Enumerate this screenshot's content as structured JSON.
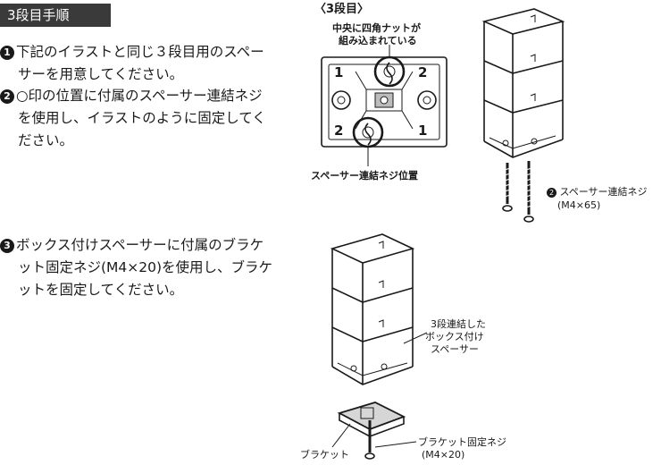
{
  "header": {
    "title": "3段目手順"
  },
  "steps": [
    {
      "number": "1",
      "lines": [
        "下記のイラストと同じ３段目用のスペー",
        "サーを用意してください。"
      ]
    },
    {
      "number": "2",
      "lines": [
        "○印の位置に付属のスペーサー連結ネジ",
        "を使用し、イラストのように固定してく",
        "ださい。"
      ]
    },
    {
      "number": "3",
      "lines": [
        "ボックス付けスペーサーに付属のブラケ",
        "ット固定ネジ(M4×20)を使用し、ブラケ",
        "ットを固定してください。"
      ]
    }
  ],
  "diagram_top": {
    "heading": "〈3段目〉",
    "note_line1": "中央に四角ナットが",
    "note_line2": "組み込まれている",
    "screw_position_label": "スペーサー連結ネジ位置",
    "digit_2": "2",
    "digit_1": "1"
  },
  "diagram_right": {
    "screw_label_num": "2",
    "screw_label": "スペーサー連結ネジ",
    "screw_spec": "(M4×65)"
  },
  "diagram_bottom": {
    "box_label_line1": "3段連結した",
    "box_label_line2": "ボックス付け",
    "box_label_line3": "スペーサー",
    "bracket_label": "ブラケット",
    "bracket_screw_label": "ブラケット固定ネジ",
    "bracket_screw_spec": "(M4×20)"
  }
}
